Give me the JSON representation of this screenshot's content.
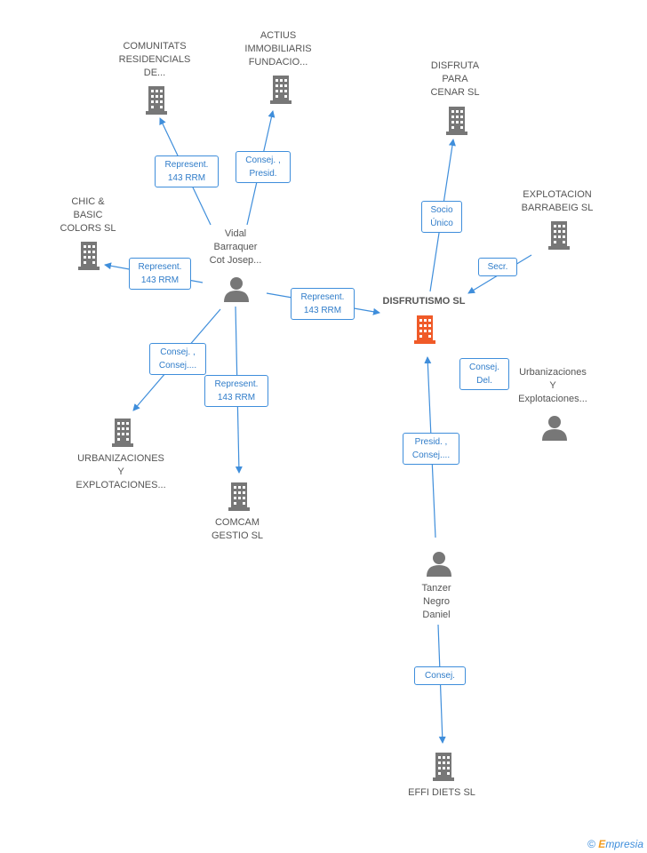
{
  "colors": {
    "edge": "#3f8edb",
    "node": "#777777",
    "focus": "#f05a28"
  },
  "nodes": {
    "comunitats": "COMUNITATS\nRESIDENCIALS\nDE...",
    "actius": "ACTIUS\nIMMOBILIARIS\nFUNDACIO...",
    "disfruta": "DISFRUTA\nPARA\nCENAR SL",
    "chic": "CHIC &\nBASIC\nCOLORS SL",
    "explotacion": "EXPLOTACION\nBARRABEIG SL",
    "vidal": "Vidal\nBarraquer\nCot Josep...",
    "disfrutismo": "DISFRUTISMO SL",
    "urb_person": "Urbanizaciones\nY\nExplotaciones...",
    "urb_company": "URBANIZACIONES\nY\nEXPLOTACIONES...",
    "comcam": "COMCAM\nGESTIO SL",
    "tanzer": "Tanzer\nNegro\nDaniel",
    "effi": "EFFI DIETS SL"
  },
  "relations": {
    "r1": "Represent.\n143 RRM",
    "r2": "Consej. ,\nPresid.",
    "r3": "Represent.\n143 RRM",
    "r4": "Represent.\n143 RRM",
    "r5": "Consej. ,\nConsej....",
    "r6": "Represent.\n143 RRM",
    "r7": "Socio\nÚnico",
    "r8": "Secr.",
    "r9": "Consej.\nDel.",
    "r10": "Presid. ,\nConsej....",
    "r11": "Consej."
  },
  "footer": {
    "copyright": "©",
    "brand_initial": "E",
    "brand_rest": "mpresia"
  }
}
